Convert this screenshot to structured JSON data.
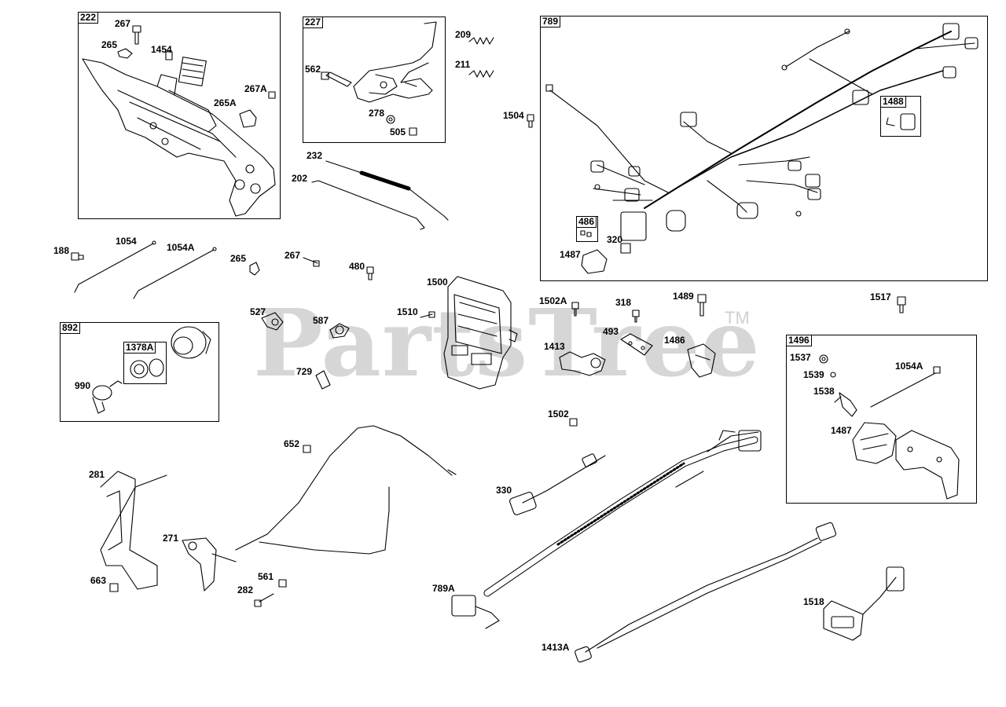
{
  "watermark": {
    "text": "PartsTree",
    "tm": "TM"
  },
  "boxes": {
    "b222": "222",
    "b227": "227",
    "b789": "789",
    "b1488": "1488",
    "b486": "486",
    "b892": "892",
    "b1378A": "1378A",
    "b1496": "1496"
  },
  "labels": {
    "l267a": "267",
    "l265a": "265",
    "l1454": "1454",
    "l267A": "267A",
    "l265A": "265A",
    "l562": "562",
    "l209": "209",
    "l211": "211",
    "l278": "278",
    "l505": "505",
    "l1504": "1504",
    "l232": "232",
    "l202": "202",
    "l188": "188",
    "l1054": "1054",
    "l1054A": "1054A",
    "l265b": "265",
    "l267b": "267",
    "l480": "480",
    "l1500": "1500",
    "l1510": "1510",
    "l527": "527",
    "l587": "587",
    "l729": "729",
    "l1502A": "1502A",
    "l318": "318",
    "l1489": "1489",
    "l1517": "1517",
    "l493": "493",
    "l1413": "1413",
    "l1486": "1486",
    "l1502": "1502",
    "l320": "320",
    "l1487a": "1487",
    "l990": "990",
    "l1537": "1537",
    "l1539": "1539",
    "l1538": "1538",
    "l1054Ab": "1054A",
    "l1487b": "1487",
    "l652": "652",
    "l281": "281",
    "l271": "271",
    "l663": "663",
    "l282": "282",
    "l561": "561",
    "l330": "330",
    "l789A": "789A",
    "l1413A": "1413A",
    "l1518": "1518"
  },
  "colors": {
    "line": "#000000",
    "watermark": "#d6d6d6",
    "background": "#ffffff"
  }
}
